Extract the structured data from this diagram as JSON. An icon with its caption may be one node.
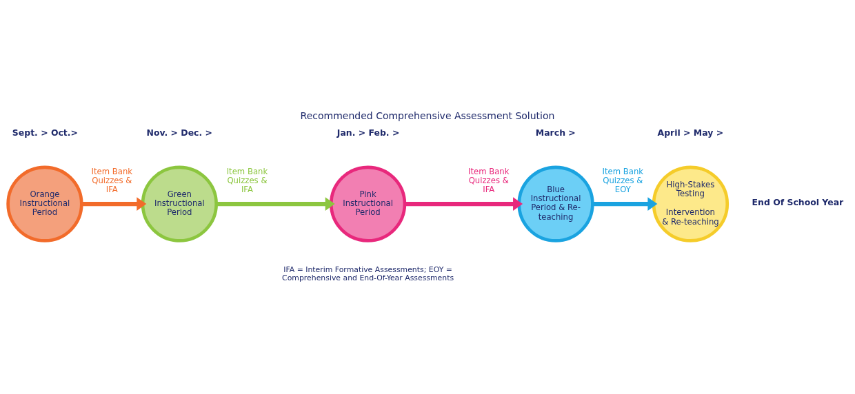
{
  "diagram": {
    "title": "Recommended Comprehensive Assessment Solution",
    "caption": "IFA = Interim Formative Assessments; EOY = Comprehensive and End-Of-Year Assessments",
    "nodes": [
      {
        "text": [
          "Orange Instructional Period"
        ]
      },
      {
        "text": [
          "Green Instructional Period"
        ]
      },
      {
        "text": [
          "Pink Instructional Period"
        ]
      },
      {
        "text": [
          "Blue Instructional Period & Re-teaching"
        ]
      },
      {
        "text": [
          "High-Stakes Testing",
          "Intervention & Re-teaching"
        ]
      }
    ],
    "edges": [
      {
        "from": 0,
        "to": 1,
        "arrow": "to",
        "label": "Item Bank Quizzes & IFA",
        "color": "#f26b2a"
      },
      {
        "from": 1,
        "to": 2,
        "arrow": "to",
        "label": "Item Bank Quizzes & IFA",
        "color": "#8cc63f"
      },
      {
        "from": 2,
        "to": 3,
        "arrow": "to",
        "label": "Item Bank Quizzes & IFA",
        "color": "#e8287c"
      },
      {
        "from": 3,
        "to": 4,
        "arrow": "to",
        "label": "Item Bank Quizzes & EOY",
        "color": "#1aa3e0"
      }
    ],
    "labels": [
      "Sept. > Oct.>",
      "Nov. > Dec. >",
      "Jan. > Feb. >",
      "March >",
      "April > May >",
      "End Of School Year"
    ]
  }
}
